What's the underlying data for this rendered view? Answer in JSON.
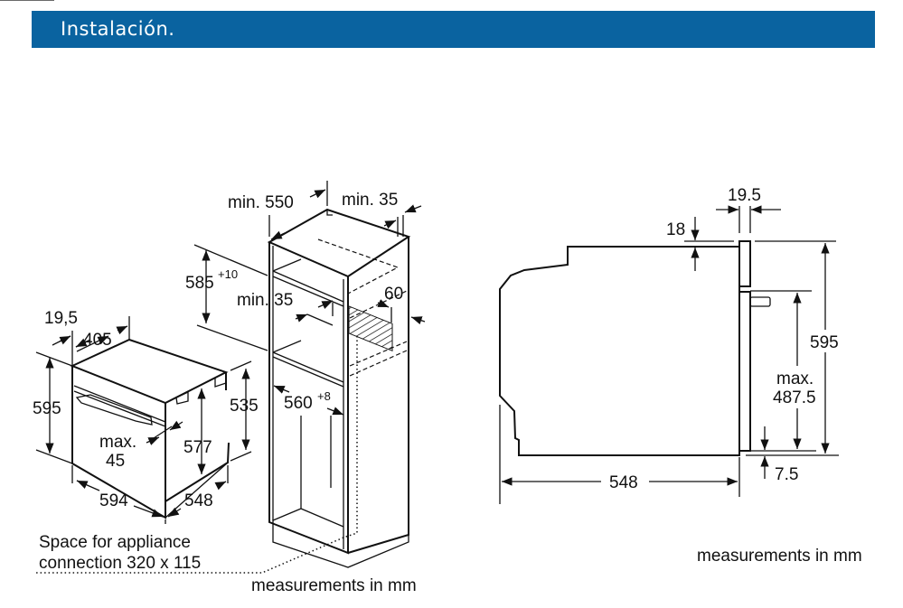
{
  "header": {
    "title": "Instalación.",
    "color": "#0a63a0"
  },
  "left_diagram": {
    "oven_labels": {
      "depth_front": "19,5",
      "depth_top": "405",
      "height": "595",
      "inner_height": "577",
      "side_height": "535",
      "max_label": "max.",
      "max_value": "45",
      "width": "594",
      "depth": "548"
    },
    "cabinet_labels": {
      "min_depth": "min. 550",
      "min_back": "min. 35",
      "niche_height": "585",
      "niche_height_tol": "+10",
      "min_gap": "min. 35",
      "vent": "60",
      "niche_width": "560",
      "niche_width_tol": "+8"
    },
    "note_line1": "Space for appliance",
    "note_line2": "connection 320 x 115",
    "units": "measurements in mm"
  },
  "right_diagram": {
    "door_thickness": "19.5",
    "top_offset": "18",
    "height": "595",
    "max_label": "max.",
    "max_value": "487.5",
    "bottom_offset": "7.5",
    "depth": "548",
    "units": "measurements in mm"
  }
}
